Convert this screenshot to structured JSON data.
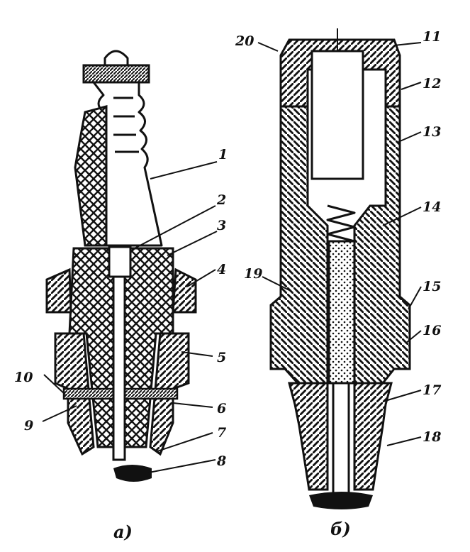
{
  "figure": {
    "captions": {
      "left": "а)",
      "right": "б)"
    },
    "callouts": {
      "c1": "1",
      "c2": "2",
      "c3": "3",
      "c4": "4",
      "c5": "5",
      "c6": "6",
      "c7": "7",
      "c8": "8",
      "c9": "9",
      "c10": "10",
      "c11": "11",
      "c12": "12",
      "c13": "13",
      "c14": "14",
      "c15": "15",
      "c16": "16",
      "c17": "17",
      "c18": "18",
      "c19": "19",
      "c20": "20"
    }
  }
}
